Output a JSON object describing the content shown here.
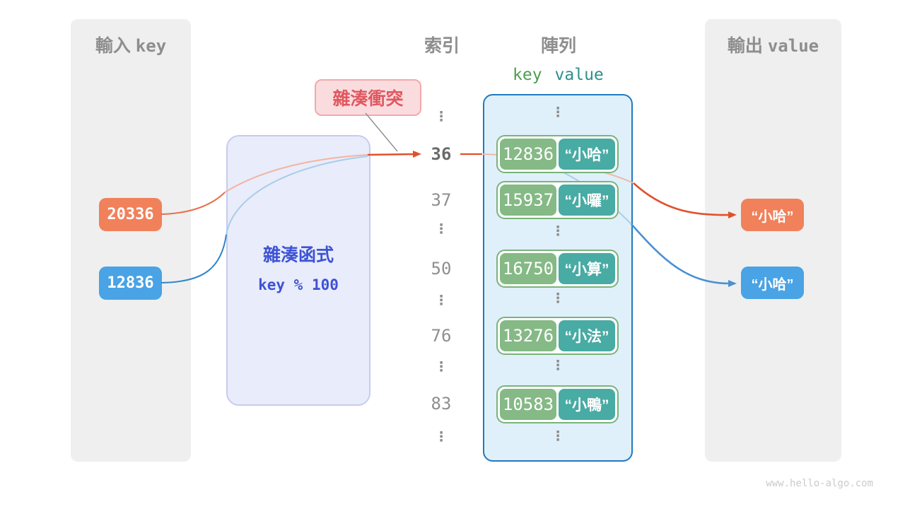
{
  "watermark": "www.hello-algo.com",
  "input_panel": {
    "title_cjk": "輸入",
    "title_latin": "key",
    "keys": [
      "20336",
      "12836"
    ]
  },
  "hash_box": {
    "title": "雜湊函式",
    "formula": "key % 100"
  },
  "collision_label": "雜湊衝突",
  "columns": {
    "index_title": "索引",
    "array_title": "陣列",
    "key_header": "key",
    "value_header": "value"
  },
  "index_column": {
    "ellipsis": "⋮",
    "cells": [
      "36",
      "37",
      "50",
      "76",
      "83"
    ],
    "highlighted": "36"
  },
  "array": {
    "ellipsis": "⋮",
    "rows": [
      {
        "key": "12836",
        "value": "“小哈”"
      },
      {
        "key": "15937",
        "value": "“小囉”"
      },
      {
        "key": "16750",
        "value": "“小算”"
      },
      {
        "key": "13276",
        "value": "“小法”"
      },
      {
        "key": "10583",
        "value": "“小鴨”"
      }
    ]
  },
  "output_panel": {
    "title_cjk": "輸出",
    "title_latin": "value",
    "values": [
      "“小哈”",
      "“小哈”"
    ]
  },
  "colors": {
    "orange": "#f0815b",
    "orange_line": "#e0512b",
    "blue": "#49a3e4",
    "blue_line": "#2f86c6",
    "green_key": "#85b985",
    "teal_value": "#48aba4",
    "array_border": "#2379bf",
    "hash_text": "#3d53d6",
    "collision_text": "#e05860",
    "panel_gray": "#efefef"
  }
}
